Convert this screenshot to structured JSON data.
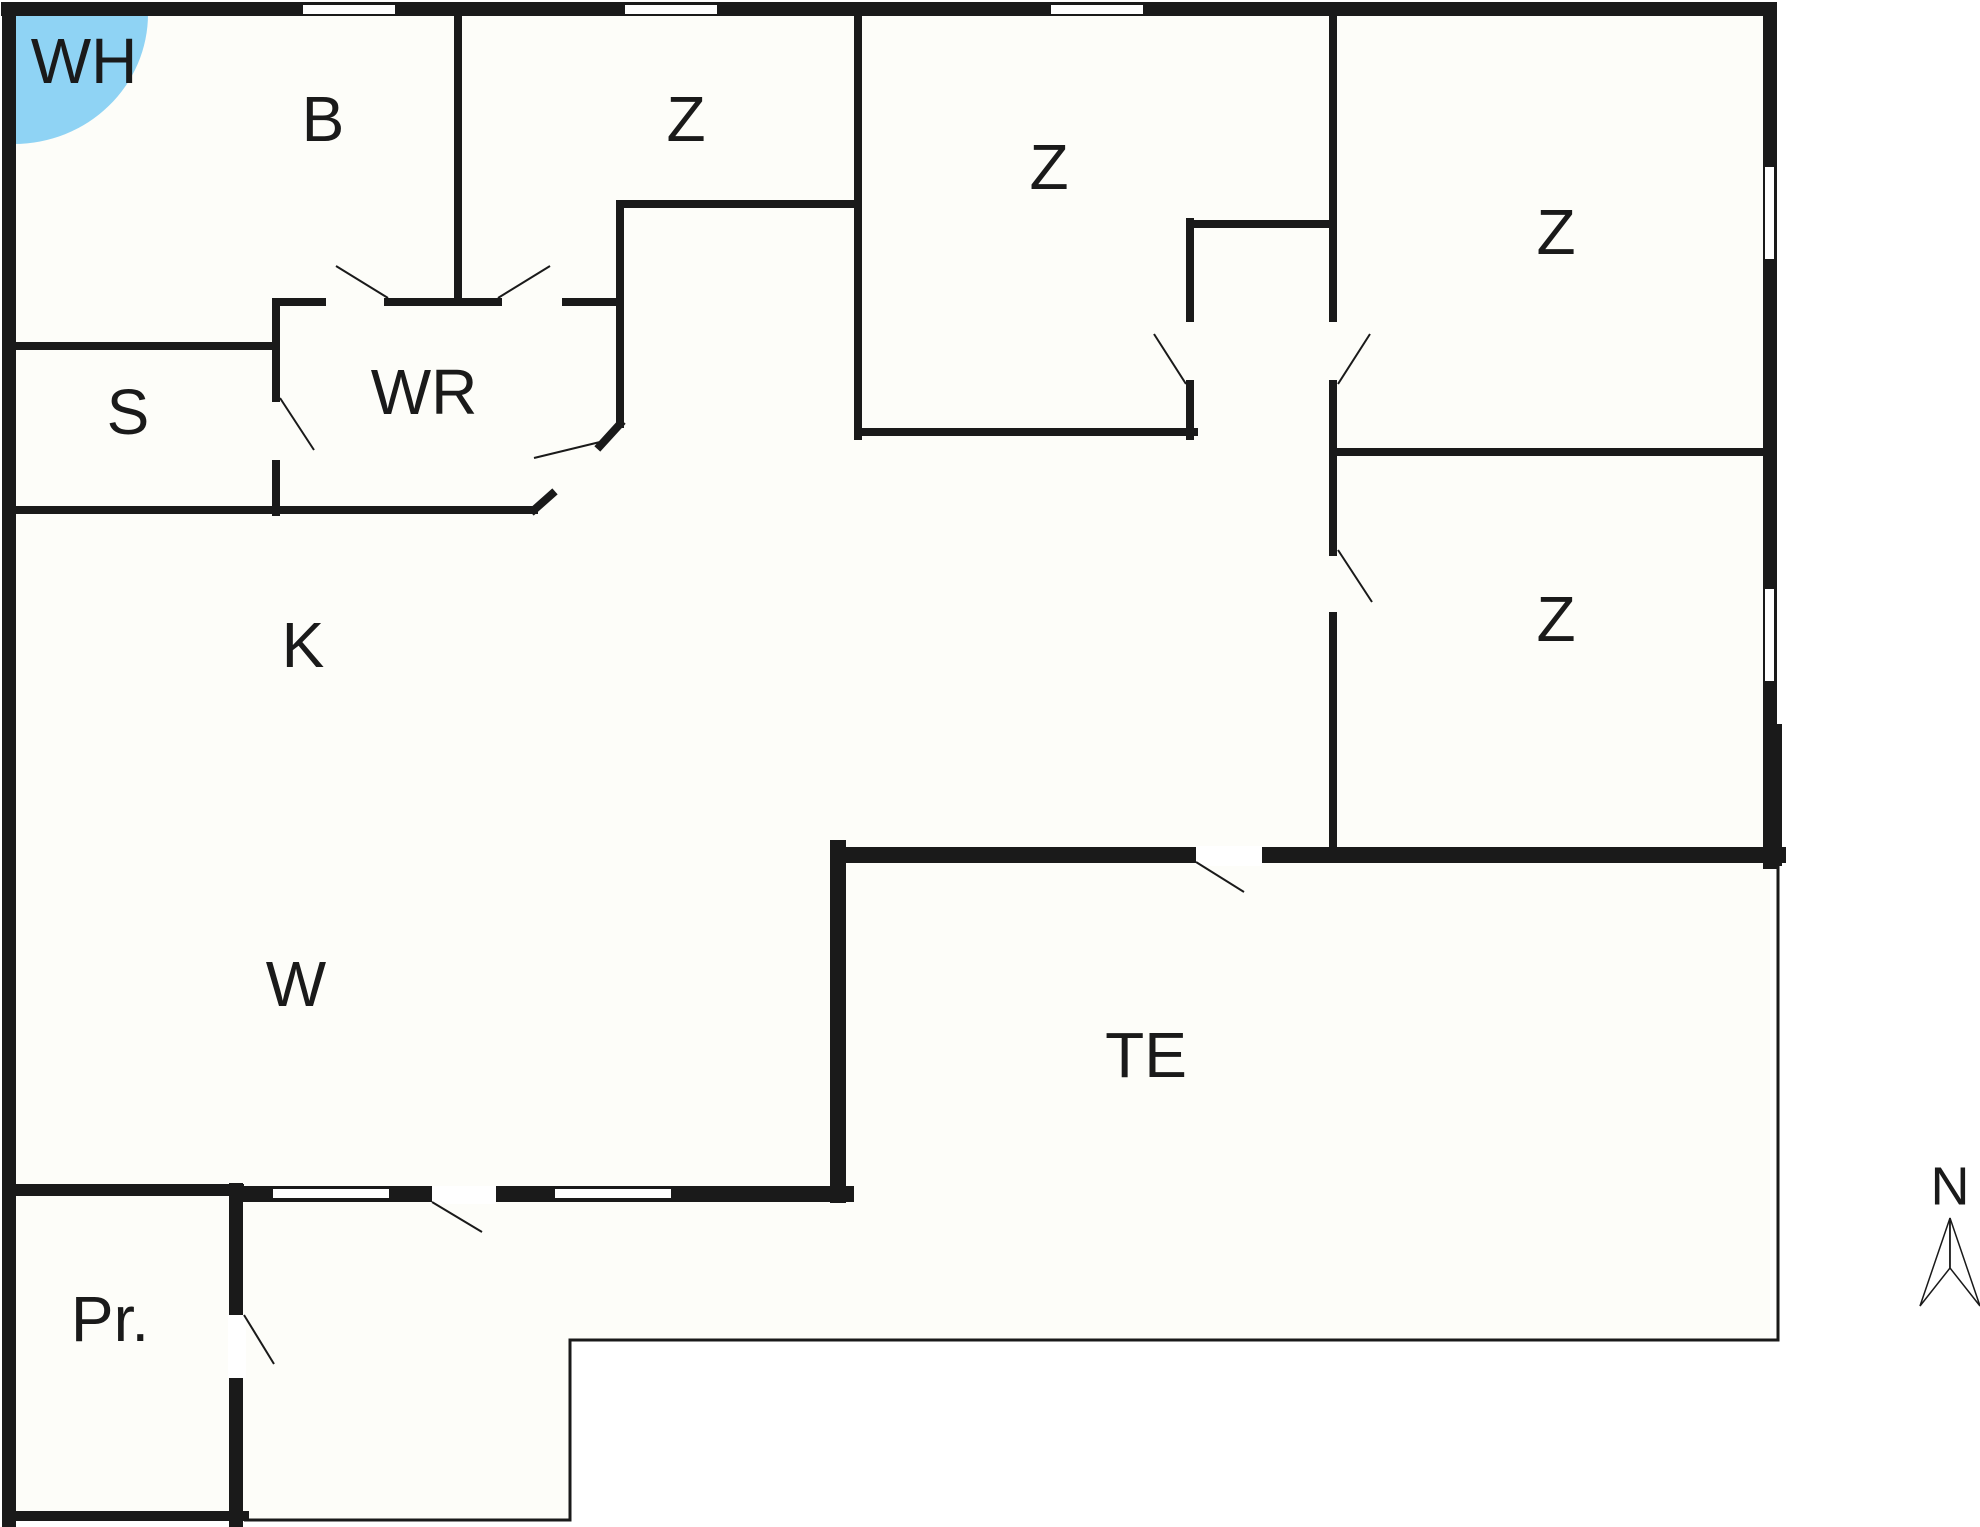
{
  "floorplan": {
    "colors": {
      "wall": "#1a1a1a",
      "floor": "#fdfdf9",
      "water_heater": "#8fd3f4",
      "background": "#ffffff"
    },
    "rooms": [
      {
        "key": "wh",
        "label": "WH",
        "meaning": "water-heater"
      },
      {
        "key": "b",
        "label": "B"
      },
      {
        "key": "z1",
        "label": "Z"
      },
      {
        "key": "z2",
        "label": "Z"
      },
      {
        "key": "z3",
        "label": "Z"
      },
      {
        "key": "z4",
        "label": "Z"
      },
      {
        "key": "s",
        "label": "S"
      },
      {
        "key": "wr",
        "label": "WR"
      },
      {
        "key": "k",
        "label": "K"
      },
      {
        "key": "w",
        "label": "W"
      },
      {
        "key": "te",
        "label": "TE"
      },
      {
        "key": "pr",
        "label": "Pr."
      }
    ],
    "compass": {
      "label": "N",
      "icon": "north-arrow-icon"
    }
  }
}
